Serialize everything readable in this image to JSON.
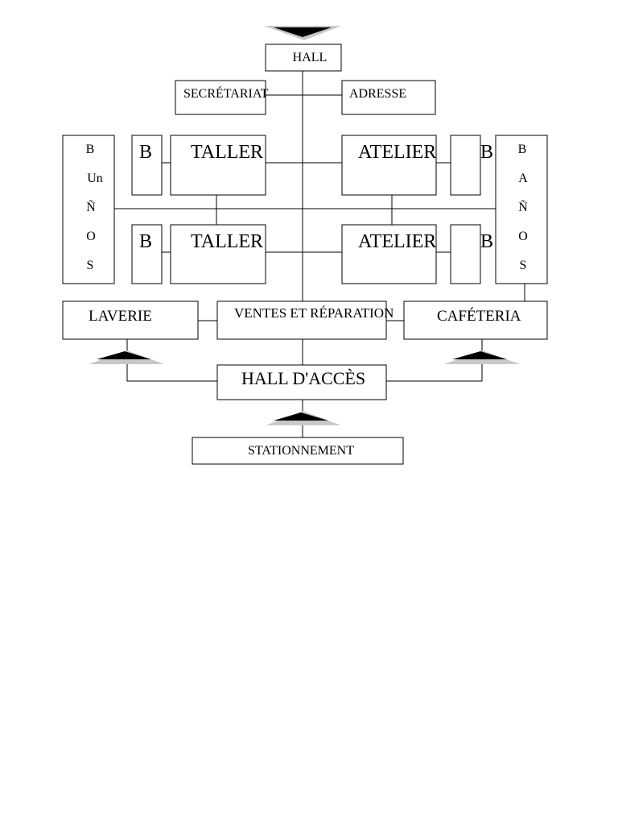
{
  "labels": {
    "hall": "HALL",
    "secretariat": "SECRÉTARIAT",
    "adresse": "ADRESSE",
    "b_tl": "B",
    "taller_top": "TALLER",
    "atelier_top": "ATELIER",
    "b_tr": "B",
    "b_bl": "B",
    "taller_bottom": "TALLER",
    "atelier_bottom": "ATELIER",
    "b_br": "B",
    "laverie": "LAVERIE",
    "ventes": "VENTES ET RÉPARATION",
    "cafeteria": "CAFÉTERIA",
    "hall_acces": "HALL D'ACCÈS",
    "stationnement": "STATIONNEMENT"
  },
  "left_column": [
    "B",
    "Un",
    "Ñ",
    "O",
    "S"
  ],
  "right_column": [
    "B",
    "A",
    "Ñ",
    "O",
    "S"
  ],
  "colors": {
    "stroke": "#000000",
    "fill": "#ffffff",
    "arrow": "#000000",
    "arrow_shadow": "#c8c8c8"
  }
}
